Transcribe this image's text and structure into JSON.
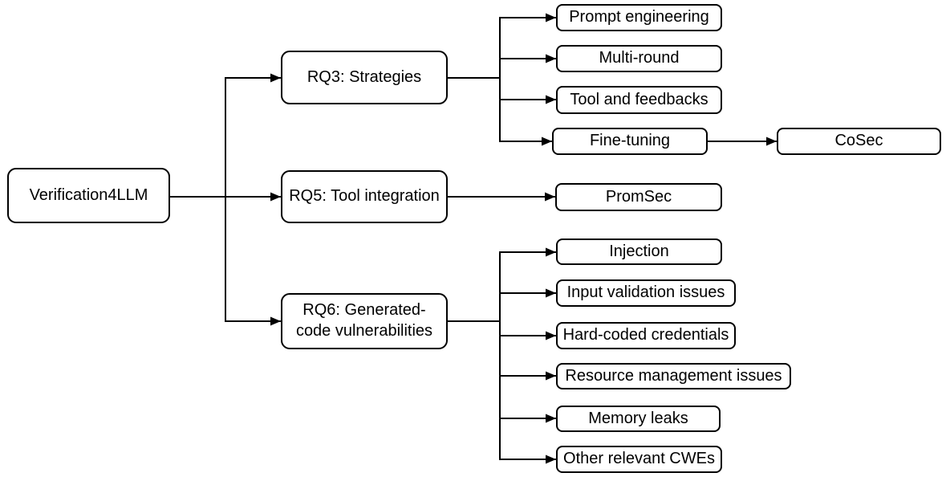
{
  "colors": {
    "background": "#ffffff",
    "stroke": "#000000",
    "text": "#000000"
  },
  "tree": {
    "root": {
      "label": "Verification4LLM",
      "children": [
        {
          "label": "RQ3: Strategies",
          "children": [
            {
              "label": "Prompt engineering"
            },
            {
              "label": "Multi-round"
            },
            {
              "label": "Tool and feedbacks"
            },
            {
              "label": "Fine-tuning",
              "children": [
                {
                  "label": "CoSec"
                }
              ]
            }
          ]
        },
        {
          "label": "RQ5: Tool integration",
          "children": [
            {
              "label": "PromSec"
            }
          ]
        },
        {
          "label": "RQ6: Generated-code vulnerabilities",
          "children": [
            {
              "label": "Injection"
            },
            {
              "label": "Input validation issues"
            },
            {
              "label": "Hard-coded credentials"
            },
            {
              "label": "Resource management issues"
            },
            {
              "label": "Memory leaks"
            },
            {
              "label": "Other relevant CWEs"
            }
          ]
        }
      ]
    }
  }
}
